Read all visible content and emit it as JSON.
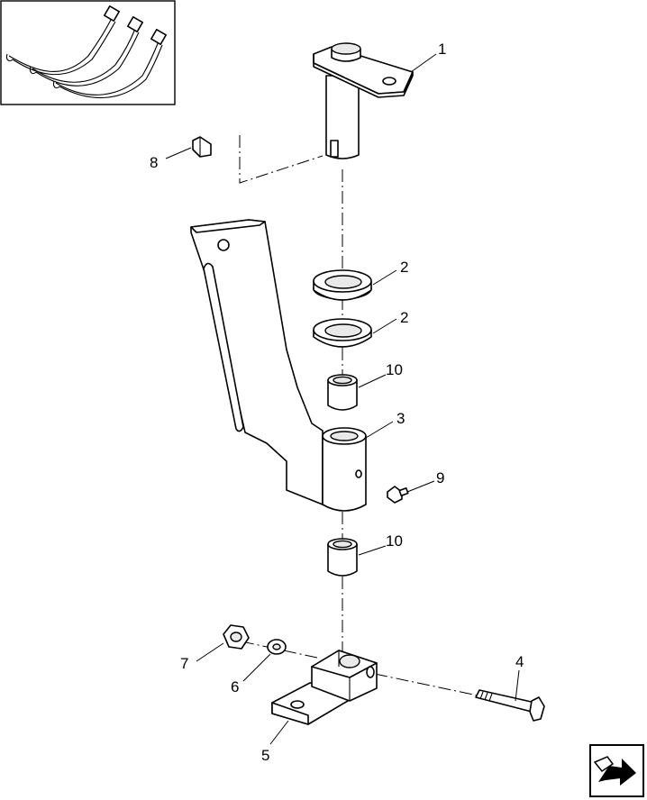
{
  "callouts": {
    "c1": "1",
    "c2a": "2",
    "c2b": "2",
    "c3": "3",
    "c4": "4",
    "c5": "5",
    "c6": "6",
    "c7": "7",
    "c8": "8",
    "c9": "9",
    "c10a": "10",
    "c10b": "10"
  },
  "icons": {
    "inset": "alternate-spring-arm-inset",
    "nav": "next-page-arrow-icon"
  },
  "colors": {
    "line": "#000000",
    "background": "#ffffff"
  }
}
